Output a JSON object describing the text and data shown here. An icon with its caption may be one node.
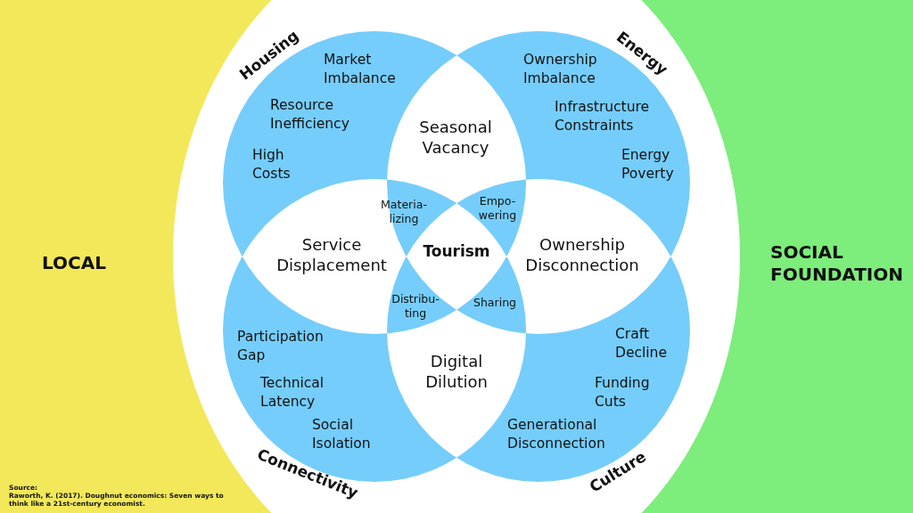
{
  "diagram": {
    "nodes": [
      {
        "text": [
          "Housing",
          "Market Imbalance",
          "Resource Inefficiency",
          "High Costs"
        ]
      },
      {
        "text": [
          "Energy",
          "Ownership Imbalance",
          "Infrastructure Constraints",
          "Energy Poverty"
        ]
      },
      {
        "text": [
          "Connectivity",
          "Participation Gap",
          "Technical Latency",
          "Social Isolation"
        ]
      },
      {
        "text": [
          "Culture",
          "Craft Decline",
          "Funding Cuts",
          "Generational Disconnection"
        ]
      }
    ],
    "labels": [
      "LOCAL",
      "Seasonal Vacancy",
      "Materia-lizing",
      "Empo-wering",
      "Service Displacement",
      "Tourism",
      "Ownership Disconnection",
      "SOCIAL FOUNDATION",
      "Distribu-ting",
      "Sharing",
      "Digital Dilution",
      "Source:",
      "Raworth, K. (2017). Doughnut economics: Seven ways to think like a 21st-century economist."
    ]
  }
}
